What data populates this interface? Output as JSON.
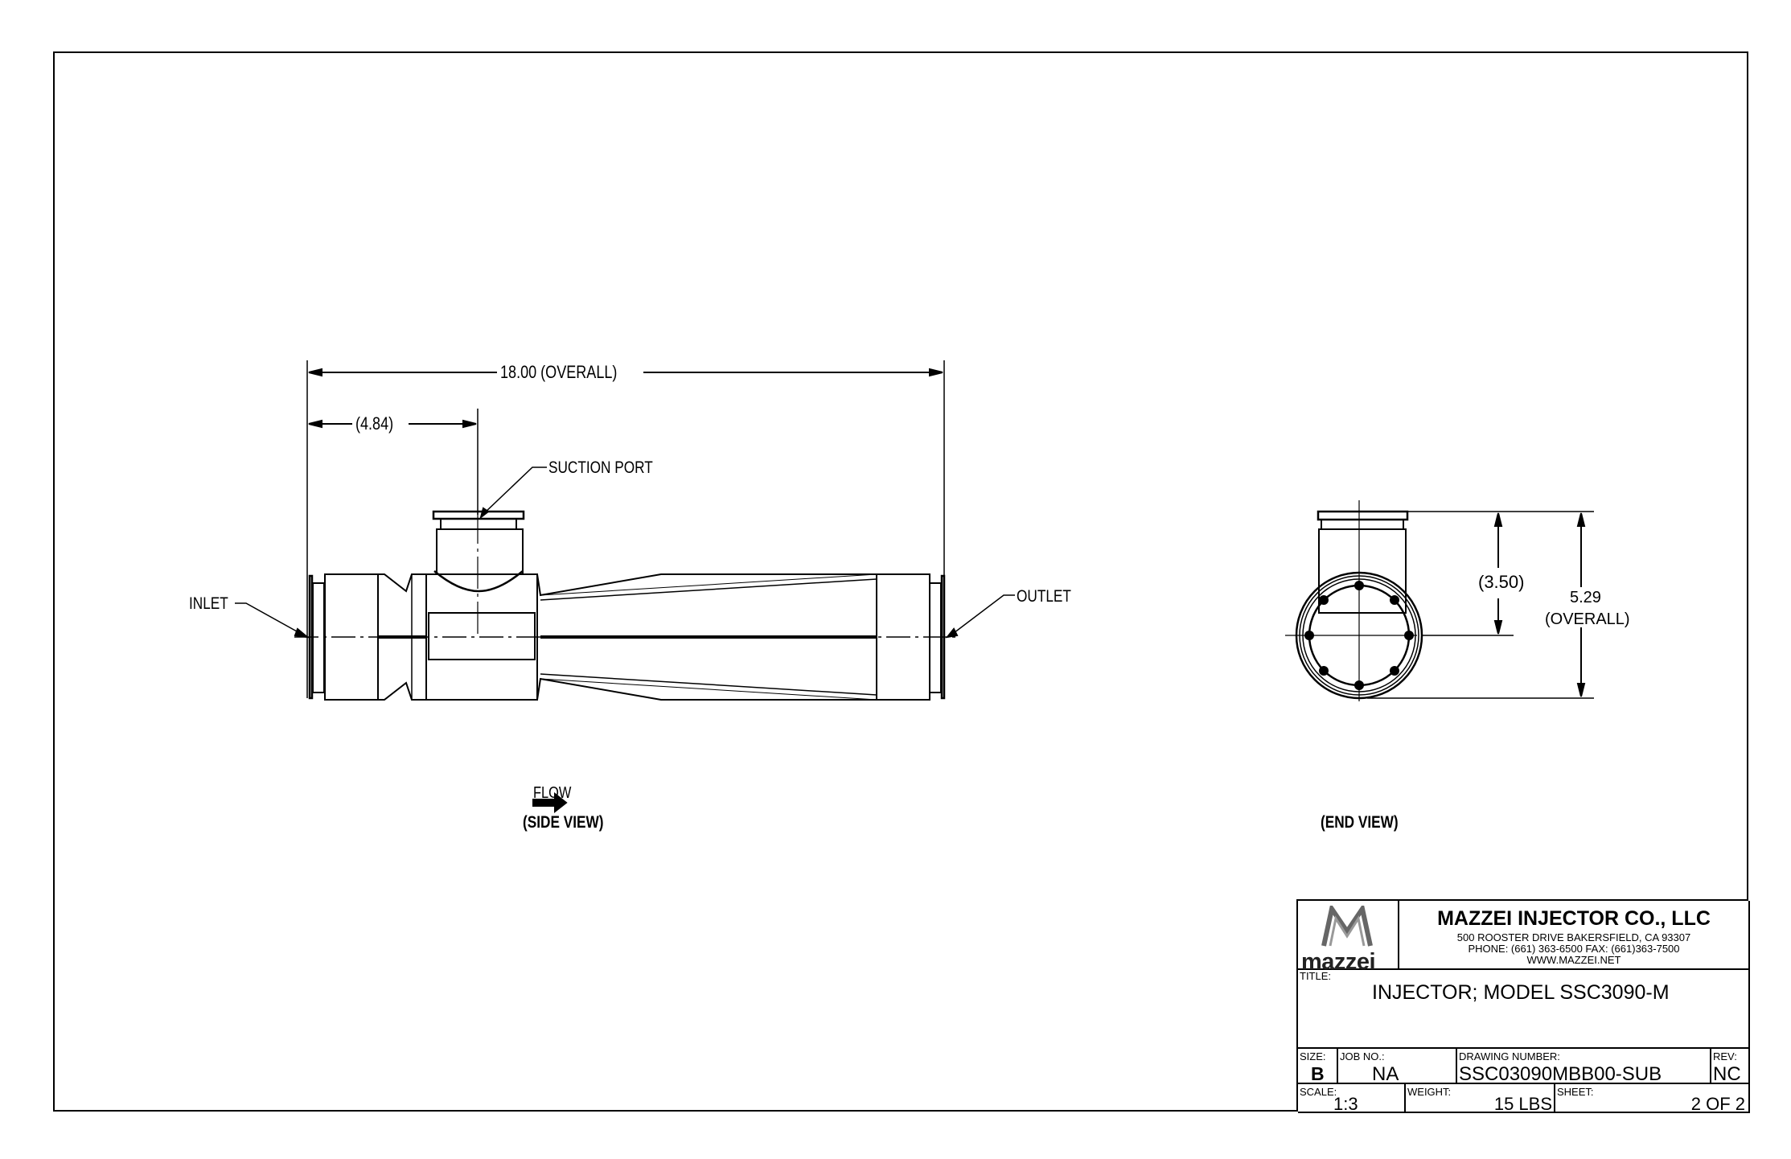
{
  "drawing": {
    "side_view": {
      "caption": "(SIDE VIEW)",
      "flow_label": "FLOW",
      "dimensions": {
        "overall_length": "18.00 (OVERALL)",
        "suction_offset": "(4.84)"
      },
      "callouts": {
        "suction_port": "SUCTION PORT",
        "inlet": "INLET",
        "outlet": "OUTLET"
      }
    },
    "end_view": {
      "caption": "(END VIEW)",
      "dimensions": {
        "centerline_height": "(3.50)",
        "overall_height_value": "5.29",
        "overall_height_note": "(OVERALL)"
      }
    }
  },
  "title_block": {
    "logo_text": "mazzei",
    "company": {
      "name": "MAZZEI INJECTOR CO., LLC",
      "address": "500 ROOSTER DRIVE BAKERSFIELD, CA 93307",
      "phone_fax": "PHONE: (661) 363-6500  FAX: (661)363-7500",
      "website": "WWW.MAZZEI.NET"
    },
    "title_caption": "TITLE:",
    "title": "INJECTOR; MODEL SSC3090-M",
    "size_caption": "SIZE:",
    "size": "B",
    "job_caption": "JOB NO.:",
    "job_no": "NA",
    "drawing_number_caption": "DRAWING NUMBER:",
    "drawing_number": "SSC03090MBB00-SUB",
    "rev_caption": "REV:",
    "rev": "NC",
    "scale_caption": "SCALE:",
    "scale": "1:3",
    "weight_caption": "WEIGHT:",
    "weight": "15 LBS",
    "sheet_caption": "SHEET:",
    "sheet": "2 OF 2"
  }
}
